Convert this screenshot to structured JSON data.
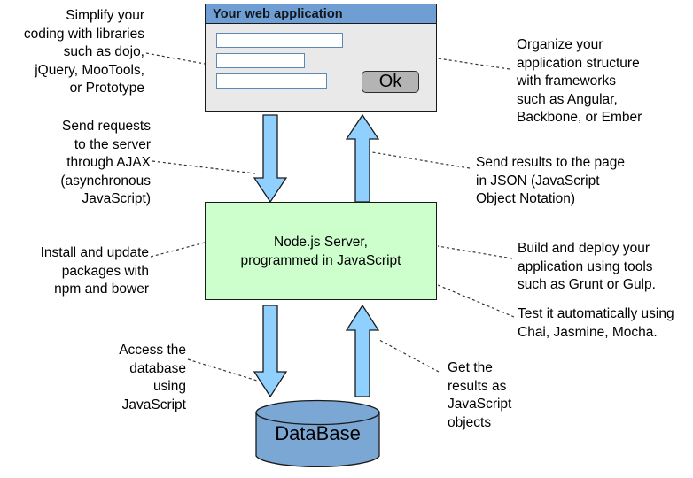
{
  "diagram": {
    "title": "JavaScript full-stack architecture diagram",
    "colors": {
      "titlebar_blue": "#6e9ed3",
      "window_gray": "#e9e9e9",
      "server_green": "#ccffcc",
      "database_blue": "#7ba7d4",
      "arrow_blue": "#8fd0ff",
      "outline": "#1a1a1a"
    }
  },
  "webapp": {
    "title": "Your web application",
    "fields": [
      {
        "name": "field-1",
        "value": ""
      },
      {
        "name": "field-2",
        "value": ""
      },
      {
        "name": "field-3",
        "value": ""
      }
    ],
    "ok_label": "Ok"
  },
  "server": {
    "label": "Node.js Server,\nprogrammed in JavaScript"
  },
  "database": {
    "label": "DataBase"
  },
  "arrows": [
    {
      "name": "web-to-server-arrow",
      "direction": "down",
      "from": "webapp",
      "to": "server"
    },
    {
      "name": "server-to-web-arrow",
      "direction": "up",
      "from": "server",
      "to": "webapp"
    },
    {
      "name": "server-to-db-arrow",
      "direction": "down",
      "from": "server",
      "to": "database"
    },
    {
      "name": "db-to-server-arrow",
      "direction": "up",
      "from": "database",
      "to": "server"
    }
  ],
  "notes": {
    "libraries": "Simplify your\ncoding with libraries\nsuch as dojo,\njQuery, MooTools,\nor Prototype",
    "frameworks": "Organize your\napplication structure\nwith frameworks\nsuch as Angular,\nBackbone, or Ember",
    "ajax": "Send requests\nto the server\nthrough AJAX\n(asynchronous\nJavaScript)",
    "json": "Send results to the page\nin JSON (JavaScript\nObject Notation)",
    "packages": "Install and update\npackages with\nnpm and bower",
    "build": "Build and deploy your\napplication using tools\nsuch as Grunt or Gulp.",
    "test": "Test it automatically using\nChai, Jasmine, Mocha.",
    "db_access": "Access the\ndatabase\nusing\nJavaScript",
    "db_results": "Get the\nresults as\nJavaScript\nobjects"
  }
}
